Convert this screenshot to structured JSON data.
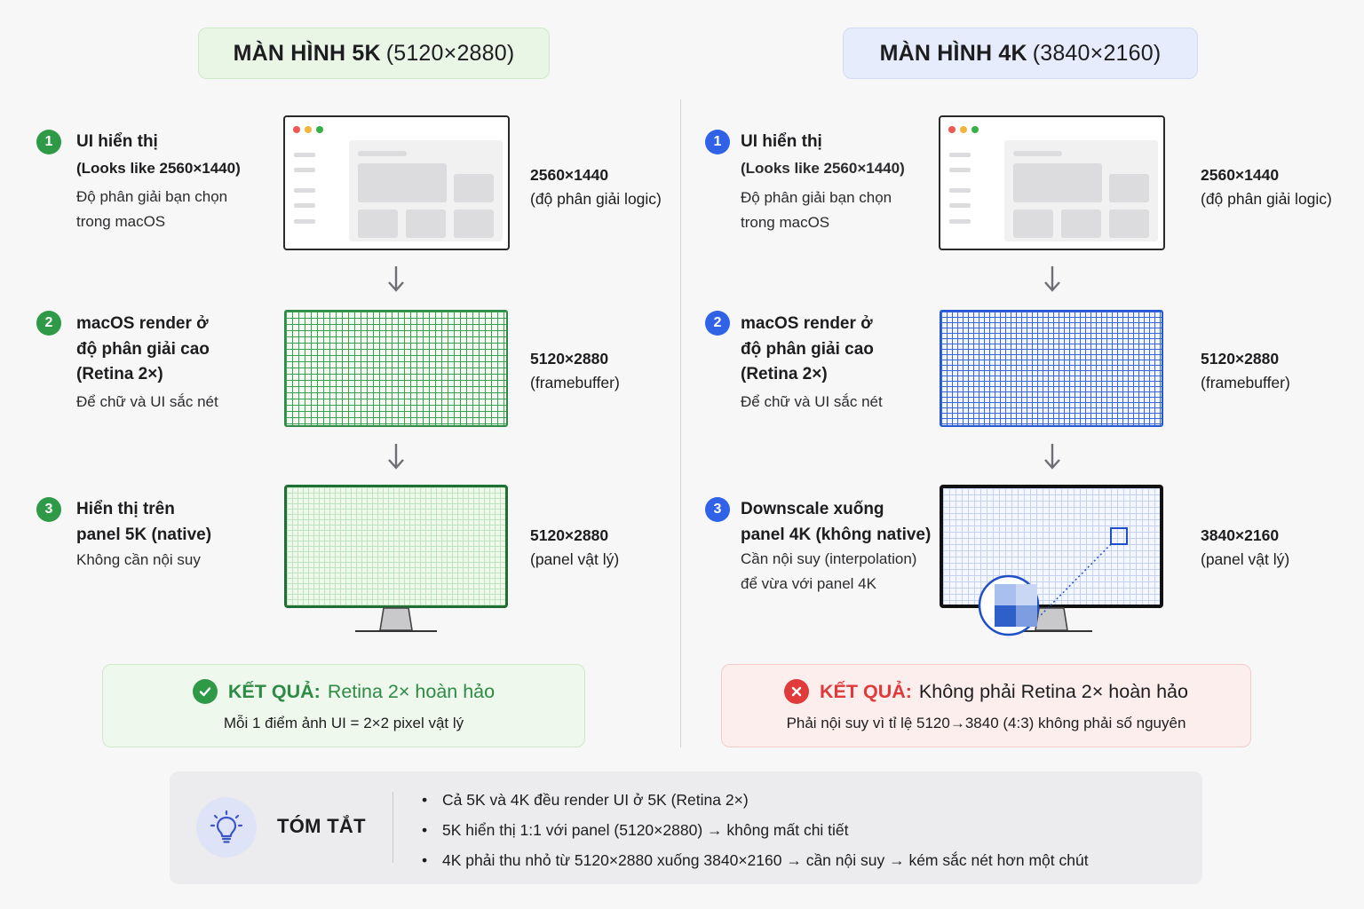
{
  "left": {
    "header_bold": "MÀN HÌNH 5K",
    "header_rest": "(5120×2880)",
    "steps": [
      {
        "num": "1",
        "title": "UI hiển thị",
        "subtitle": "(Looks like 2560×1440)",
        "note": "Độ phân giải bạn chọn\ntrong macOS",
        "res_main": "2560×1440",
        "res_sub": "(độ phân giải logic)"
      },
      {
        "num": "2",
        "title": "macOS render ở\nđộ phân giải cao\n(Retina 2×)",
        "note": "Để chữ và UI sắc nét",
        "res_main": "5120×2880",
        "res_sub": "(framebuffer)"
      },
      {
        "num": "3",
        "title": "Hiển thị trên\npanel 5K (native)",
        "note": "Không cần nội suy",
        "res_main": "5120×2880",
        "res_sub": "(panel vật lý)"
      }
    ],
    "result_lead": "KẾT QUẢ:",
    "result_rest": "Retina 2× hoàn hảo",
    "result_sub": "Mỗi 1 điểm ảnh UI = 2×2 pixel vật lý"
  },
  "right": {
    "header_bold": "MÀN HÌNH 4K",
    "header_rest": "(3840×2160)",
    "steps": [
      {
        "num": "1",
        "title": "UI hiển thị",
        "subtitle": "(Looks like 2560×1440)",
        "note": "Độ phân giải bạn chọn\ntrong macOS",
        "res_main": "2560×1440",
        "res_sub": "(độ phân giải logic)"
      },
      {
        "num": "2",
        "title": "macOS render ở\nđộ phân giải cao\n(Retina 2×)",
        "note": "Để chữ và UI sắc nét",
        "res_main": "5120×2880",
        "res_sub": "(framebuffer)"
      },
      {
        "num": "3",
        "title": "Downscale xuống\npanel 4K (không native)",
        "note": "Cần nội suy (interpolation)\nđể vừa với panel 4K",
        "res_main": "3840×2160",
        "res_sub": "(panel vật lý)"
      }
    ],
    "result_lead": "KẾT QUẢ:",
    "result_rest": "Không phải Retina 2× hoàn hảo",
    "result_sub": "Phải nội suy vì tỉ lệ 5120→3840 (4:3) không phải số nguyên"
  },
  "summary": {
    "title": "TÓM TẮT",
    "items": [
      "Cả 5K và 4K đều render UI ở 5K (Retina 2×)",
      "5K hiển thị 1:1 với panel (5120×2880) → không mất chi tiết",
      "4K phải thu nhỏ từ 5120×2880 xuống 3840×2160 → cần nội suy → kém sắc nét hơn một chút"
    ]
  },
  "colors": {
    "green": "#2e9a47",
    "blue": "#2f62e6",
    "red": "#e03a3a"
  },
  "icons": [
    "check-circle-icon",
    "x-circle-icon",
    "lightbulb-icon",
    "arrow-down-icon",
    "magnifier-icon"
  ]
}
